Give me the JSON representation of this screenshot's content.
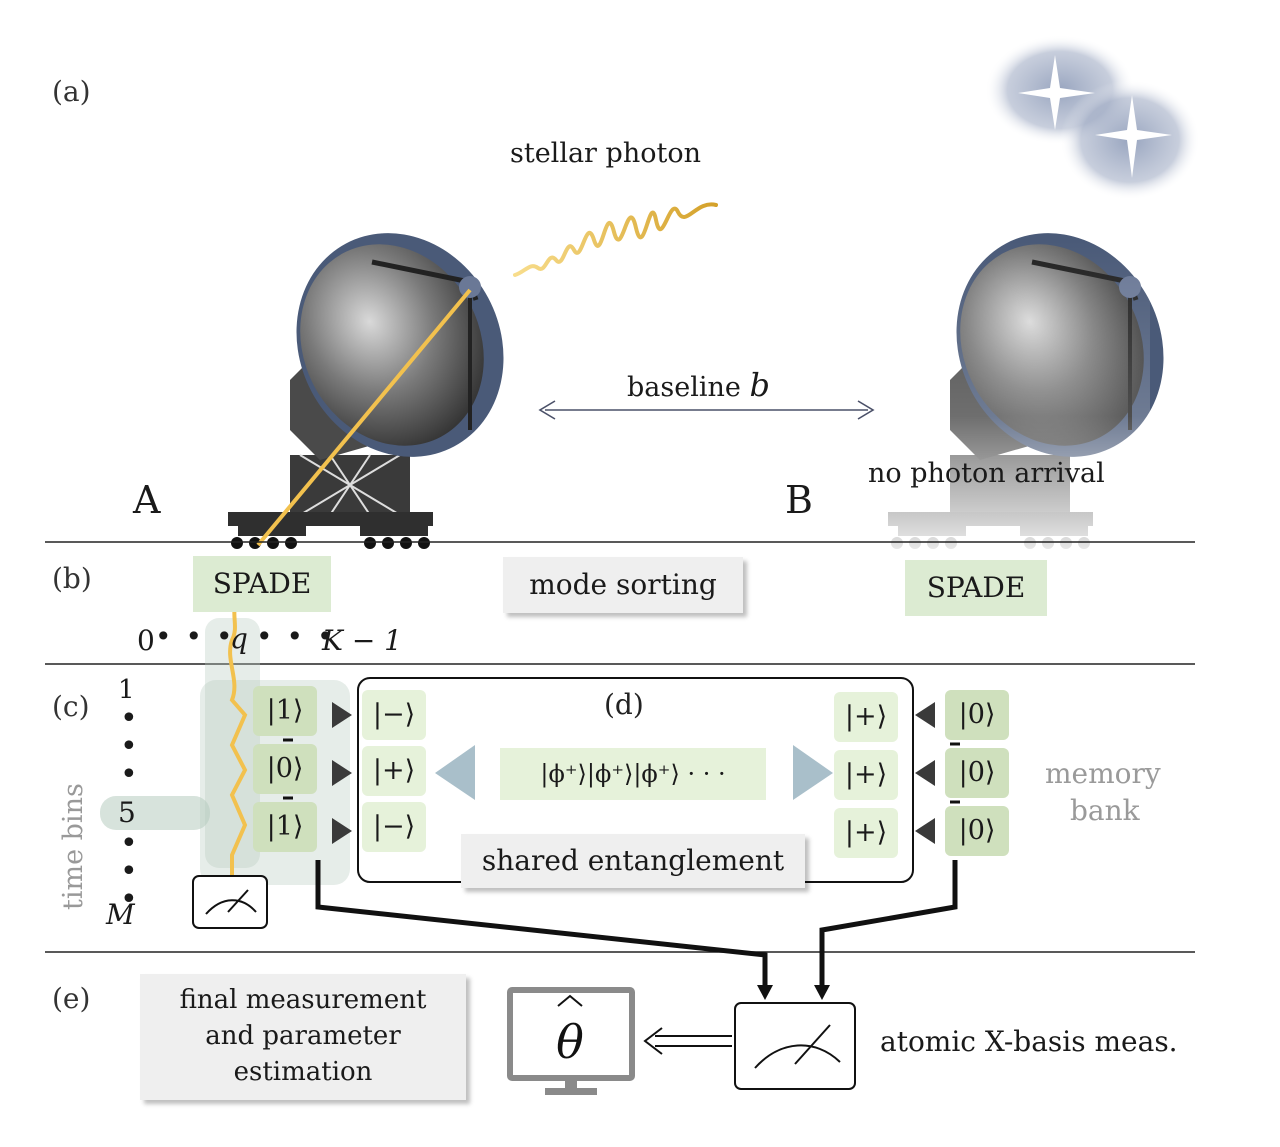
{
  "panels": {
    "a": "(a)",
    "b": "(b)",
    "c": "(c)",
    "d": "(d)",
    "e": "(e)"
  },
  "top": {
    "stellar_photon": "stellar photon",
    "baseline": "baseline",
    "baseline_symbol": "b",
    "site_a": "A",
    "site_b": "B",
    "no_photon": "no photon arrival"
  },
  "sorting": {
    "spade_a": "SPADE",
    "spade_b": "SPADE",
    "mode_sorting": "mode sorting",
    "mode_index_start": "0",
    "mode_index_q": "q",
    "mode_index_end": "K − 1"
  },
  "memory": {
    "time_bins": "time bins",
    "bin_first": "1",
    "bin_5": "5",
    "bin_last": "M",
    "alice_memory": [
      "|1⟩",
      "|0⟩",
      "|1⟩"
    ],
    "alice_ancilla": [
      "|−⟩",
      "|+⟩",
      "|−⟩"
    ],
    "bob_ancilla": [
      "|+⟩",
      "|+⟩",
      "|+⟩"
    ],
    "bob_memory": [
      "|0⟩",
      "|0⟩",
      "|0⟩"
    ],
    "bell_pairs": "|ϕ⁺⟩|ϕ⁺⟩|ϕ⁺⟩ · · ·",
    "shared_entanglement": "shared entanglement",
    "memory_bank": "memory",
    "memory_bank_2": "bank"
  },
  "measurement": {
    "final_line1": "final measurement",
    "final_line2": "and parameter",
    "final_line3": "estimation",
    "estimator": "θ",
    "x_basis": "atomic X-basis meas."
  },
  "colors": {
    "photon": "#f2c14e",
    "dish_rim": "#4a5a78",
    "green_box": "#dcebd2",
    "arrow_grey": "#a9bfca"
  }
}
